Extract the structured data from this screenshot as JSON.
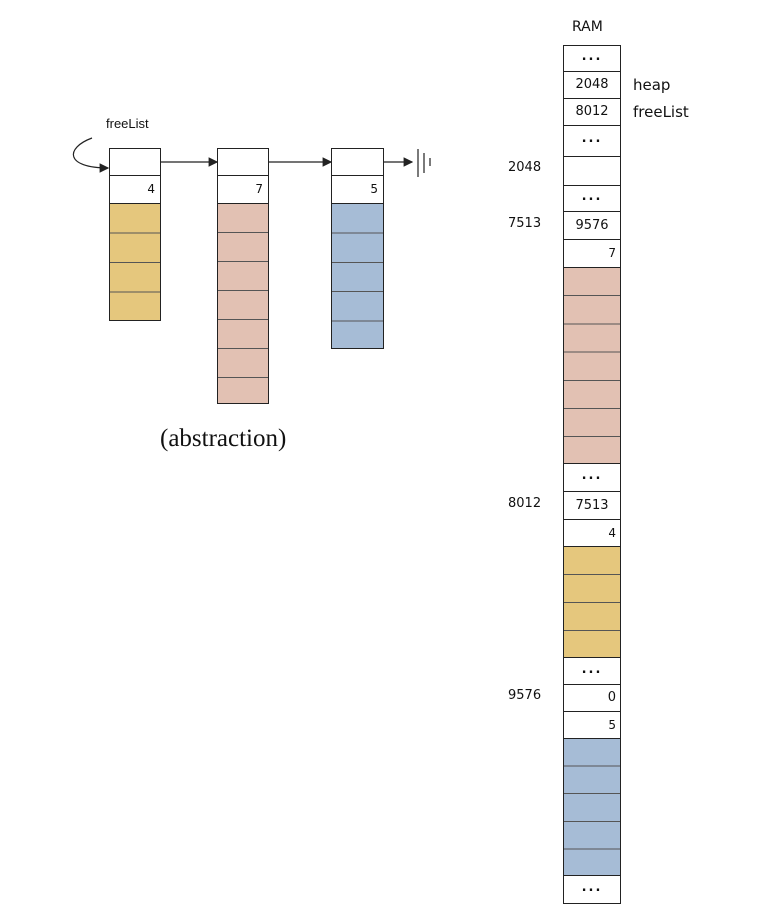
{
  "abstraction": {
    "freelist_label": "freeList",
    "caption": "(abstraction)",
    "blocks": [
      {
        "size": "4",
        "color": "#e5c77d"
      },
      {
        "size": "7",
        "color": "#e2c1b3"
      },
      {
        "size": "5",
        "color": "#a6bcd6"
      }
    ]
  },
  "ram": {
    "title": "RAM",
    "dots": "...",
    "heap_value": "2048",
    "heap_label": "heap",
    "freelist_value": "8012",
    "freelist_label": "freeList",
    "addr_2048": "2048",
    "addr_7513": "7513",
    "addr_8012": "8012",
    "addr_9576": "9576",
    "block_7513_next": "9576",
    "block_7513_size": "7",
    "block_8012_next": "7513",
    "block_8012_size": "4",
    "block_9576_next": "0",
    "block_9576_size": "5"
  }
}
